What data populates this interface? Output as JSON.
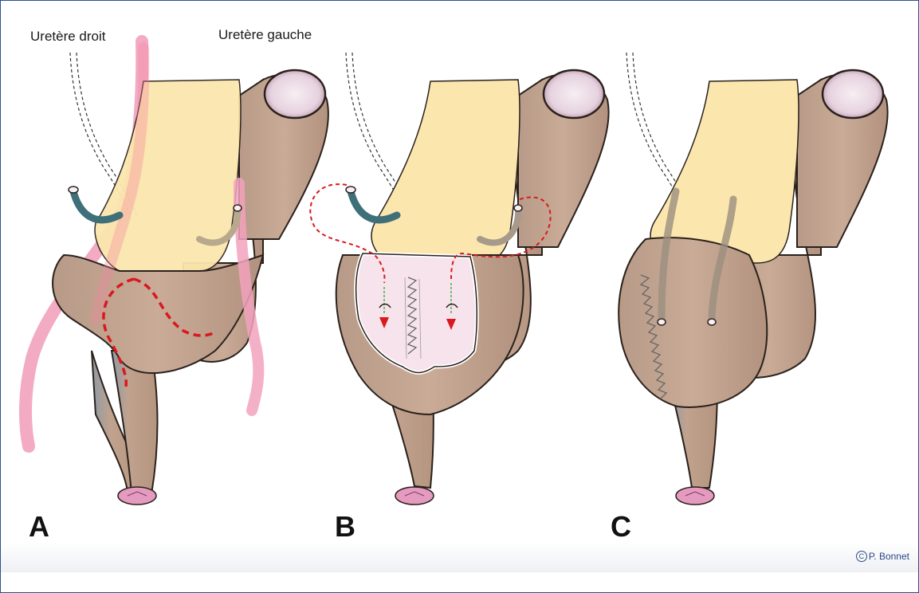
{
  "labels": {
    "right_ureter": "Uretère droit",
    "left_ureter": "Uretère gauche"
  },
  "panels": [
    "A",
    "B",
    "C"
  ],
  "credit": {
    "symbol": "C",
    "author": "P. Bonnet"
  },
  "colors": {
    "tissue": "#c3a591",
    "tissue_outline": "#2a211c",
    "bladder_cream": "#fbe6ad",
    "ureter_pink": "#f2a2bd",
    "catheter_teal": "#3f6f78",
    "incision_red": "#d9191d",
    "flap_pink": "#f7e3ec"
  }
}
